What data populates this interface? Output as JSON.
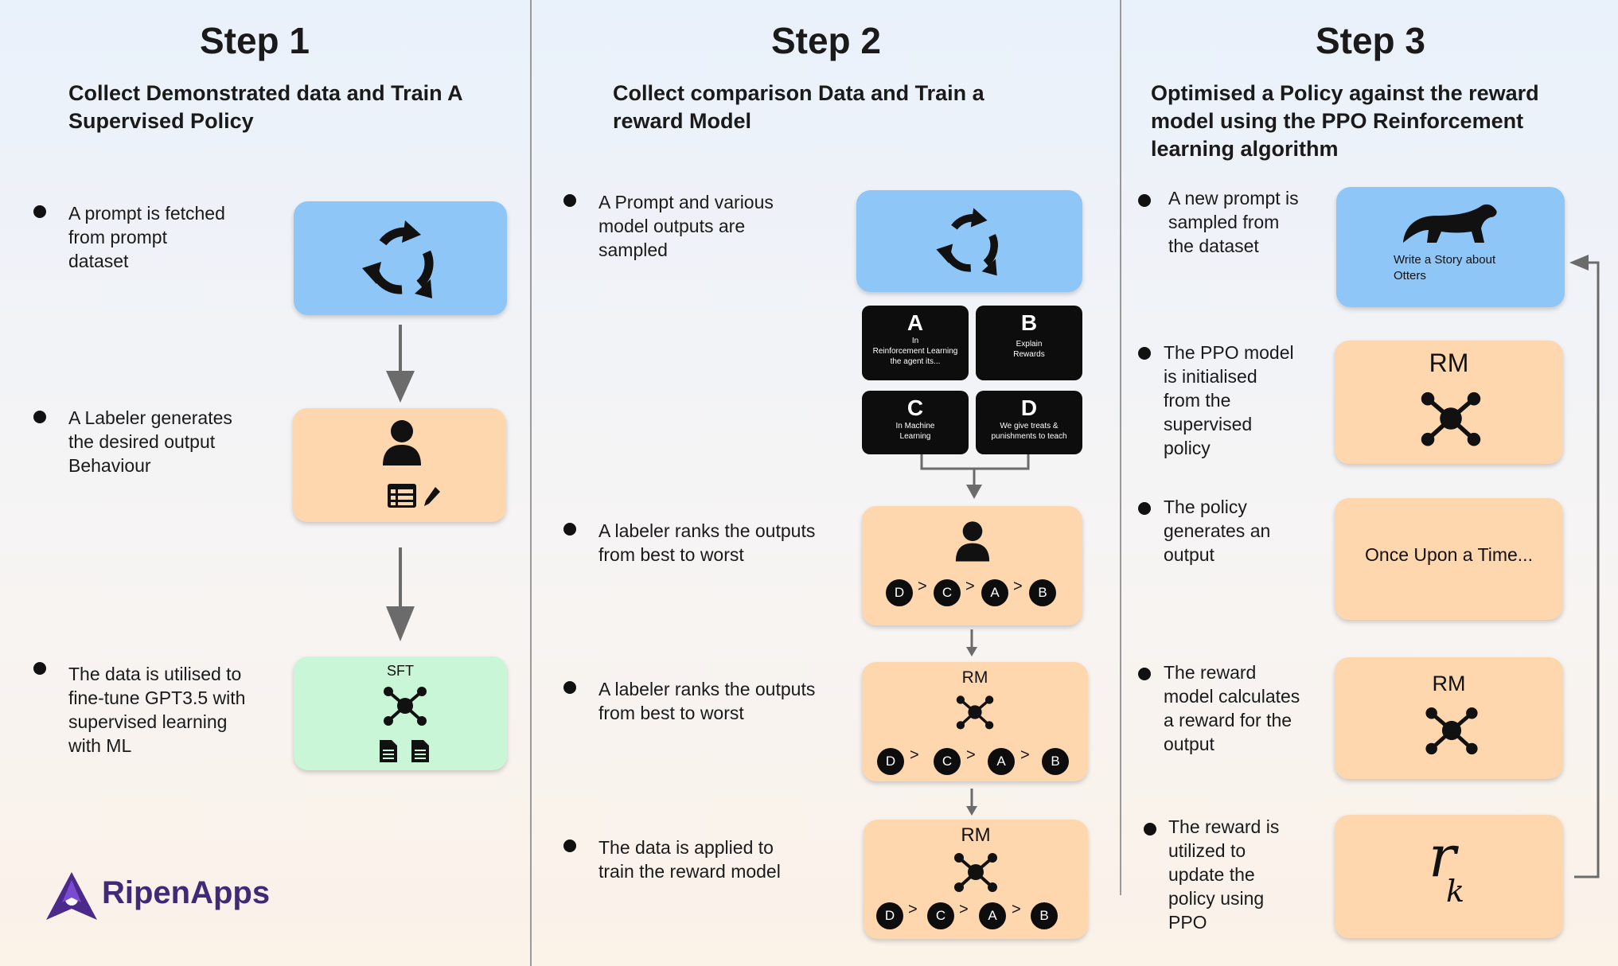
{
  "steps": [
    {
      "title": "Step 1",
      "subtitle_line1": "Collect Demonstrated data and Train A",
      "subtitle_line2": "Supervised Policy",
      "bullets": [
        [
          "A prompt is fetched",
          "from prompt",
          "dataset"
        ],
        [
          "A Labeler generates",
          "the desired output",
          "Behaviour"
        ],
        [
          "The data is utilised to",
          "fine-tune GPT3.5 with",
          "supervised learning",
          "with ML"
        ]
      ],
      "sft_label": "SFT"
    },
    {
      "title": "Step 2",
      "subtitle_line1": "Collect comparison Data and Train a",
      "subtitle_line2": "reward Model",
      "bullets": [
        [
          "A Prompt and various",
          "model outputs are",
          "sampled"
        ],
        [
          "A labeler ranks the outputs",
          "from best to worst"
        ],
        [
          "A labeler ranks the outputs",
          "from best to worst"
        ],
        [
          "The data is applied to",
          "train the reward model"
        ]
      ],
      "outputs": [
        {
          "letter": "A",
          "text": [
            "In",
            "Reinforcement Learning",
            "the agent its..."
          ]
        },
        {
          "letter": "B",
          "text": [
            "Explain",
            "Rewards"
          ]
        },
        {
          "letter": "C",
          "text": [
            "In Machine",
            "Learning"
          ]
        },
        {
          "letter": "D",
          "text": [
            "We give treats &",
            "punishments to teach"
          ]
        }
      ],
      "ranking": [
        "D",
        "C",
        "A",
        "B"
      ],
      "rm_label": "RM"
    },
    {
      "title": "Step 3",
      "subtitle_lines": [
        "Optimised a Policy against the reward",
        "model using the PPO Reinforcement",
        "learning algorithm"
      ],
      "bullets": [
        [
          "A new prompt is",
          "sampled from",
          "the dataset"
        ],
        [
          "The PPO model",
          "is initialised",
          "from the",
          "supervised",
          "policy"
        ],
        [
          "The policy",
          "generates an",
          "output"
        ],
        [
          "The reward",
          "model calculates",
          "a reward for the",
          "output"
        ],
        [
          "The reward is",
          "utilized to",
          "update the",
          "policy using",
          "PPO"
        ]
      ],
      "prompt_text": [
        "Write a Story about",
        "Otters"
      ],
      "rm_label": "RM",
      "output_text": "Once Upon a Time...",
      "reward_symbol": "r",
      "reward_subscript": "k"
    }
  ],
  "brand": {
    "name": "RipenApps",
    "color": "#4b2a8c"
  },
  "colors": {
    "blue": "#8ec6f7",
    "orange": "#fed7af",
    "green": "#c8f6d6",
    "arrow": "#6b6b6b"
  },
  "icons": [
    "recycle-icon",
    "user-icon",
    "table-icon",
    "pencil-icon",
    "network-icon",
    "document-icon",
    "otter-icon"
  ]
}
